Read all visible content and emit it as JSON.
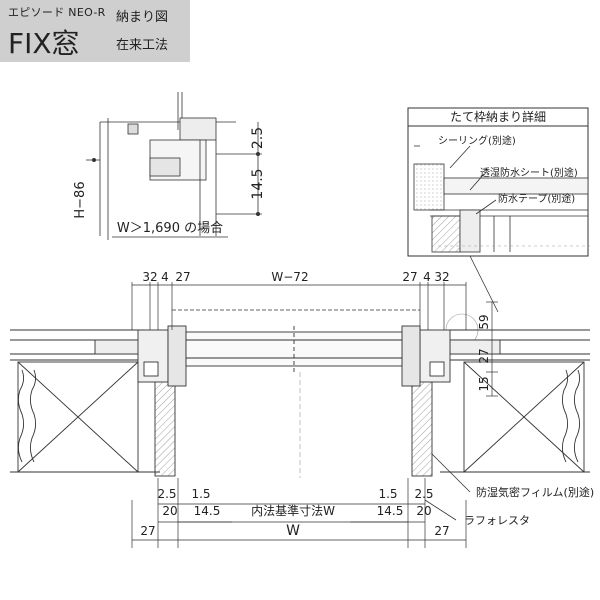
{
  "header": {
    "series": "エピソード NEO-R",
    "window_name": "FIX窓",
    "drawing_type": "納まり図",
    "construction": "在来工法"
  },
  "inset_small": {
    "dim_top": "2.5",
    "dim_bottom": "14.5",
    "height_label": "H−86",
    "condition": "W＞1,690 の場合"
  },
  "inset_detail": {
    "title": "たて枠納まり詳細",
    "callouts": [
      "シーリング(別途)",
      "透湿防水シート(別途)",
      "防水テープ(別途)"
    ]
  },
  "top_dims": {
    "left": [
      "32",
      "4",
      "27"
    ],
    "center": "W−72",
    "right": [
      "27",
      "4",
      "32"
    ]
  },
  "side_dims": [
    "59",
    "27",
    "15"
  ],
  "bottom_dims": {
    "row1_left": [
      "2.5",
      "1.5"
    ],
    "row1_right": [
      "1.5",
      "2.5"
    ],
    "row2_left": [
      "20",
      "14.5"
    ],
    "row2_right": [
      "14.5",
      "20"
    ],
    "inner_label": "内法基準寸法W",
    "w_label": "W",
    "outer": [
      "27",
      "27"
    ]
  },
  "callouts_main": [
    "防湿気密フィルム(別途)",
    "ラフォレスタ"
  ]
}
